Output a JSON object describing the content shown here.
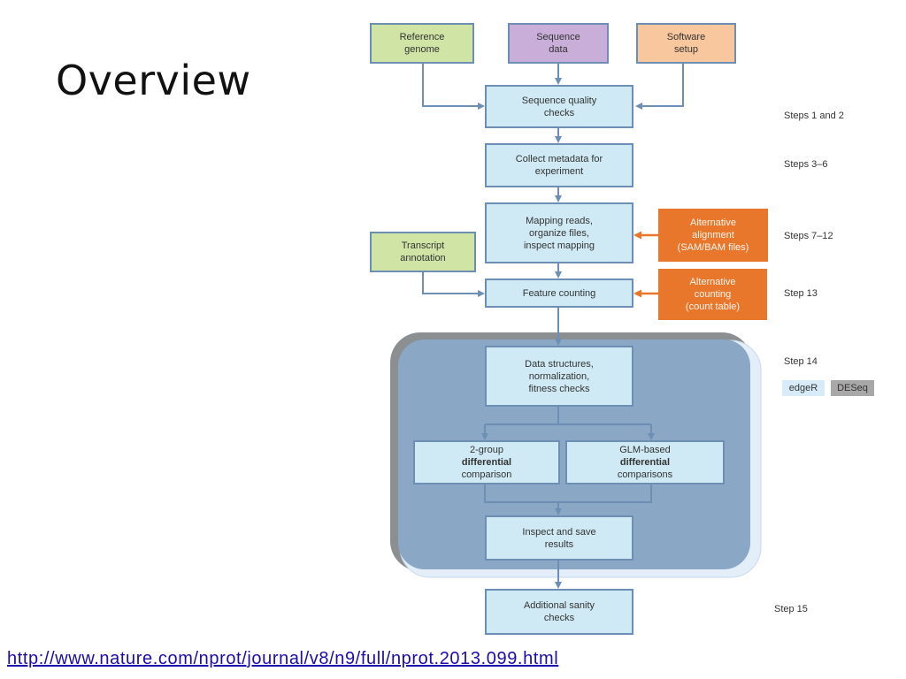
{
  "slide": {
    "title": "Overview",
    "link": "http://www.nature.com/nprot/journal/v8/n9/full/nprot.2013.099.html"
  },
  "diagram": {
    "inputs": {
      "reference": [
        "Reference",
        "genome"
      ],
      "sequence": [
        "Sequence",
        "data"
      ],
      "software": [
        "Software",
        "setup"
      ],
      "transcript": [
        "Transcript",
        "annotation"
      ]
    },
    "steps": {
      "quality": [
        "Sequence quality",
        "checks"
      ],
      "metadata": [
        "Collect metadata for",
        "experiment"
      ],
      "mapping": [
        "Mapping reads,",
        "organize files,",
        "inspect mapping"
      ],
      "feature": [
        "Feature counting"
      ],
      "structures": [
        "Data structures,",
        "normalization,",
        "fitness checks"
      ],
      "group_pre": "2-group ",
      "group_bold": "differential",
      "group_line2": "comparison",
      "glm_pre": "GLM-based ",
      "glm_bold": "differential",
      "glm_line2": "comparisons",
      "inspect": [
        "Inspect and save",
        "results"
      ],
      "sanity": [
        "Additional sanity",
        "checks"
      ]
    },
    "alternatives": {
      "alignment": [
        "Alternative",
        "alignment",
        "(SAM/BAM files)"
      ],
      "counting": [
        "Alternative",
        "counting",
        "(count table)"
      ]
    },
    "step_labels": {
      "s1": "Steps 1 and 2",
      "s2": "Steps 3–6",
      "s3": "Steps 7–12",
      "s4": "Step 13",
      "s5": "Step 14",
      "s6": "Step 15"
    },
    "legend": {
      "edger": "edgeR",
      "deseq": "DESeq"
    },
    "colors": {
      "step_fill": "#cfeaf4",
      "alt_fill": "#e8762b",
      "grey_panel": "#8c8f92",
      "blue_panel": "#8aa7c6"
    }
  }
}
